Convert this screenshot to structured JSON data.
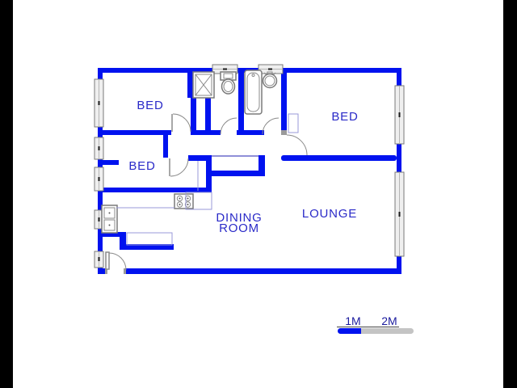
{
  "floor_plan": {
    "labels": {
      "bed_top_left": "BED",
      "bed_mid_left": "BED",
      "bed_right": "BED",
      "dining_line1": "DINING",
      "dining_line2": "ROOM",
      "lounge": "LOUNGE"
    },
    "scale_bar": {
      "mark_1m": "1M",
      "mark_2m": "2M"
    },
    "colors": {
      "wall": "#0012ef",
      "room_label": "#2a2ac8",
      "scale_label": "#1b1b9e",
      "window_fill": "#efefef",
      "window_stroke": "#7a7a7a",
      "fixture_stroke": "#7a7a7a",
      "counter_line": "#9a9ad8",
      "scale_filled": "#0012ef",
      "scale_empty": "#c4c4c4",
      "side_band": "#000000"
    },
    "fixture_icons": [
      "shower-icon",
      "toilet-icon",
      "bathtub-icon",
      "basin-icon",
      "kitchen-sink-icon",
      "stove-icon"
    ]
  }
}
